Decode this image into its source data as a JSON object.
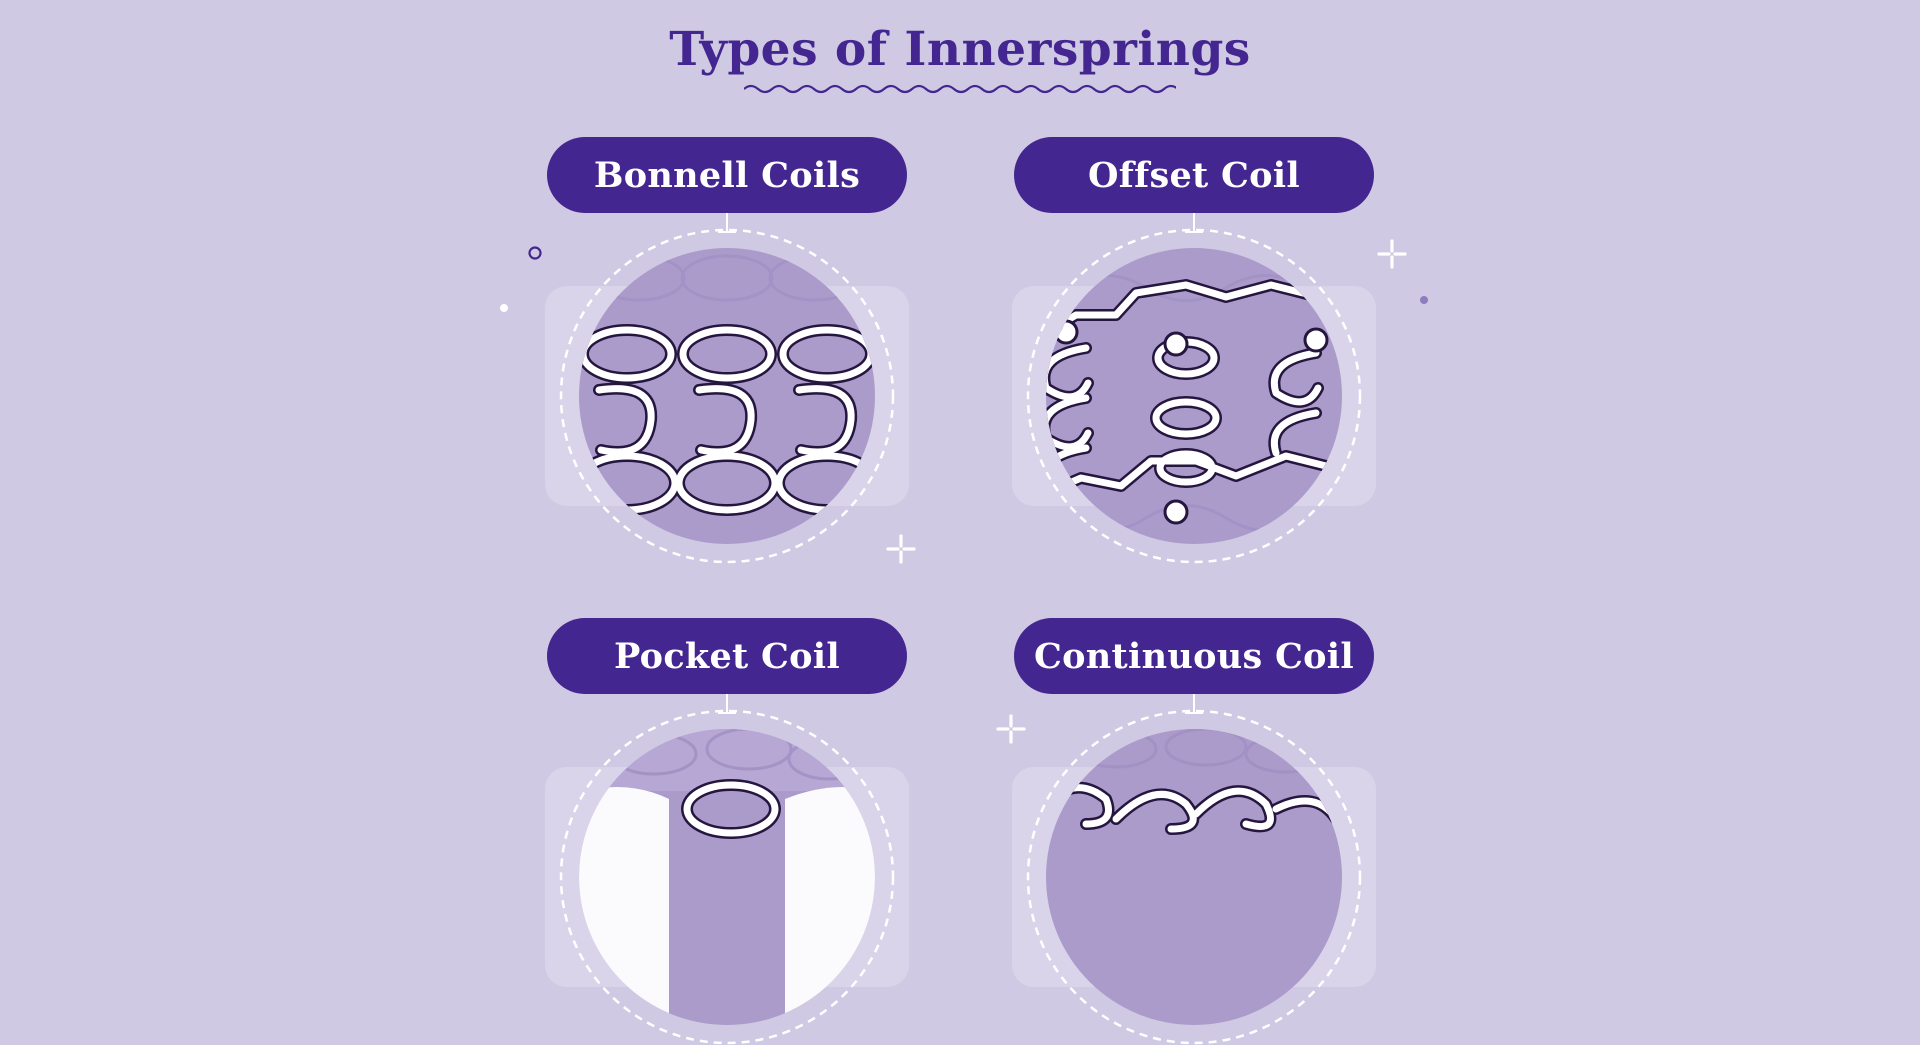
{
  "title": "Types of Innersprings",
  "colors": {
    "background": "#d0c9e3",
    "accent": "#43268f",
    "circle_fill": "#ab9bcb",
    "backplate": "#dad4ea",
    "coil_outline": "#24163f",
    "coil_fill": "#ffffff"
  },
  "cards": [
    {
      "label": "Bonnell Coils",
      "icon": "bonnell-coils-illustration"
    },
    {
      "label": "Offset Coil",
      "icon": "offset-coil-illustration"
    },
    {
      "label": "Pocket Coil",
      "icon": "pocket-coil-illustration"
    },
    {
      "label": "Continuous Coil",
      "icon": "continuous-coil-illustration"
    }
  ],
  "decorations": [
    "sparkle-icon",
    "ring-icon",
    "dot-icon"
  ]
}
